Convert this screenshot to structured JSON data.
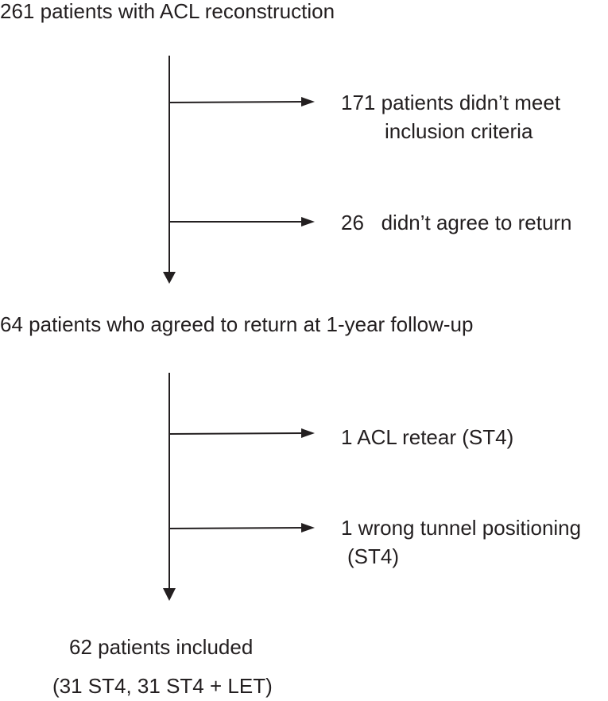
{
  "nodes": {
    "start": "261 patients with ACL reconstruction",
    "excluded_criteria_line1": "171 patients didn’t meet",
    "excluded_criteria_line2": "inclusion criteria",
    "excluded_return": "26   didn’t agree to return",
    "agreed": "64 patients who agreed to return at 1-year follow-up",
    "retear": "1 ACL retear (ST4)",
    "tunnel_line1": "1 wrong tunnel positioning",
    "tunnel_line2": "(ST4)",
    "final_line1": "62 patients included",
    "final_line2": "(31 ST4, 31 ST4 + LET)"
  },
  "colors": {
    "stroke": "#231f20",
    "text": "#231f20",
    "background": "#ffffff"
  }
}
